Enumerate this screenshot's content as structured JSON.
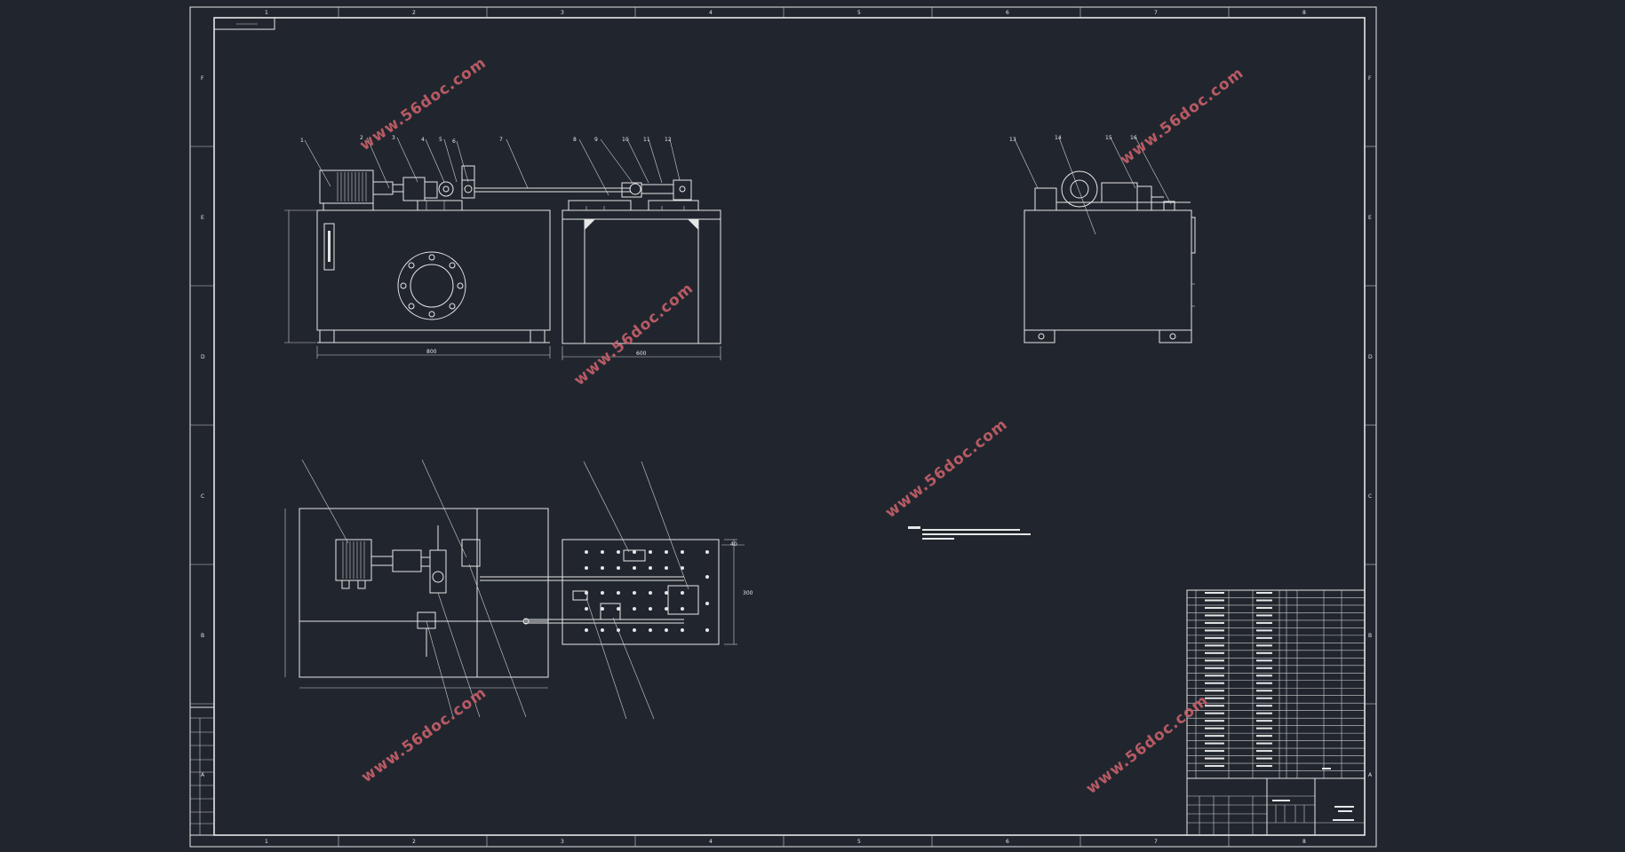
{
  "watermark": "www.56doc.com",
  "border_zone_numbers_top": [
    "1",
    "2",
    "3",
    "4",
    "5",
    "6",
    "7",
    "8"
  ],
  "border_zone_letters": [
    "F",
    "E",
    "D",
    "C",
    "B",
    "A"
  ],
  "balloons_front": [
    "1",
    "2",
    "3",
    "4",
    "5",
    "6",
    "7",
    "8",
    "9",
    "10",
    "11",
    "12"
  ],
  "balloons_side": [
    "13",
    "14",
    "15",
    "16"
  ],
  "dims": {
    "front_length_1": "800",
    "front_length_2": "600",
    "plan_width": "300",
    "plan_small": "40"
  },
  "colors": {
    "background": "#21262e",
    "lines": "#e6e6e6",
    "watermark": "#c9606a"
  }
}
